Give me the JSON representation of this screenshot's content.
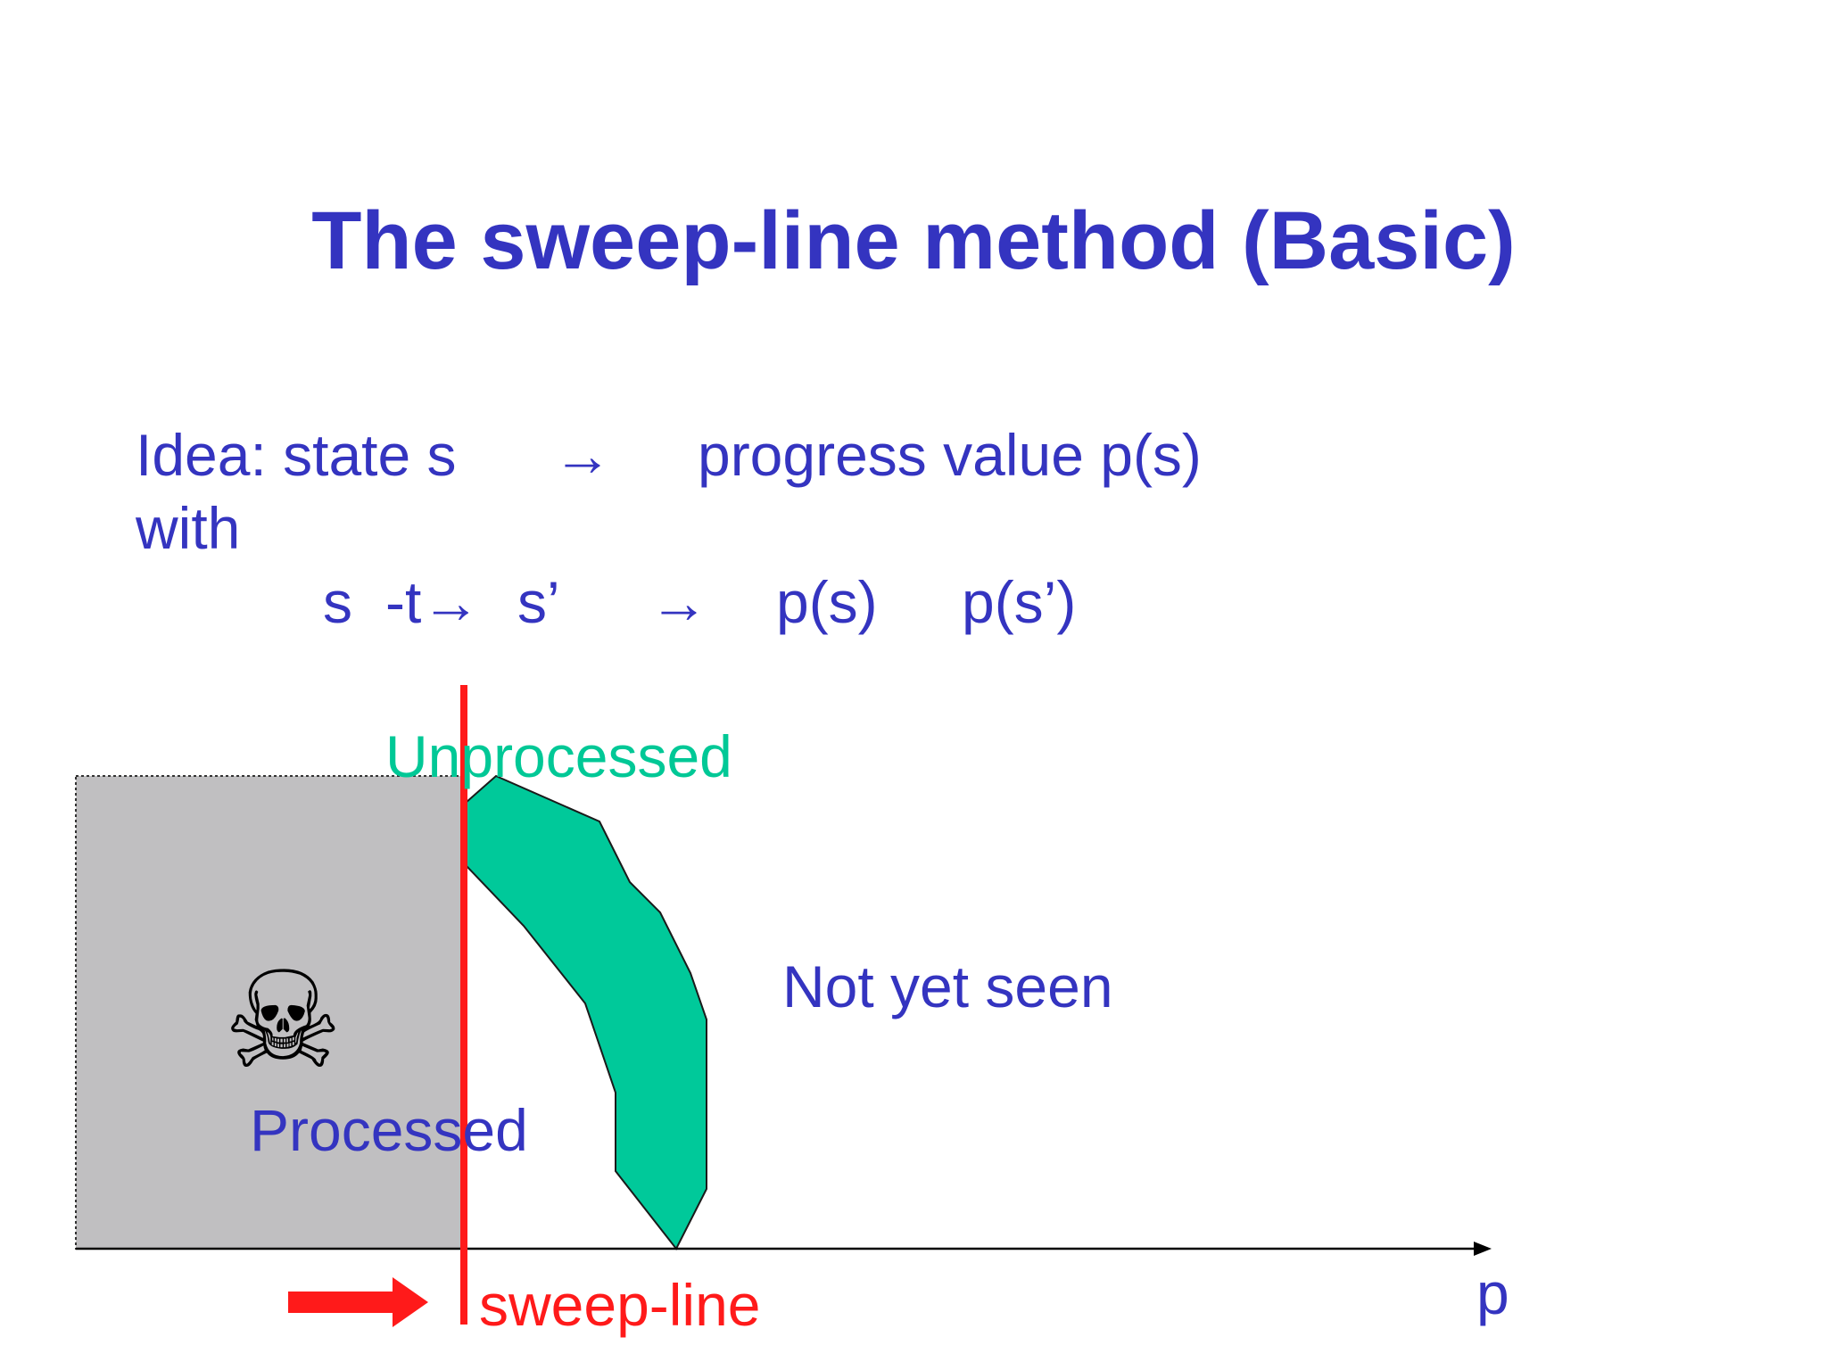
{
  "slide": {
    "title": "The sweep-line method (Basic)",
    "idea": {
      "prefix": "Idea: state s",
      "arrow": "→",
      "suffix": "progress value p(s)",
      "with": "with"
    },
    "rule": {
      "s": "s",
      "t_arrow": "-t→",
      "s_prime": "s’",
      "arrow": "→",
      "ps": "p(s)",
      "ps_prime": "p(s’)"
    }
  },
  "diagram": {
    "labels": {
      "unprocessed": "Unprocessed",
      "not_yet_seen": "Not yet seen",
      "processed": "Processed",
      "sweep_line": "sweep-line",
      "axis": "p"
    },
    "skull_symbol": "☠",
    "colors": {
      "text": "#3434c0",
      "unprocessed_text": "#00c896",
      "unprocessed_fill": "#00c99a",
      "processed_fill": "#c0bfc1",
      "sweep_line": "#ff1a1a",
      "axis": "#000000"
    },
    "icons": [
      "skull-crossbones-icon",
      "right-arrow-icon"
    ]
  }
}
